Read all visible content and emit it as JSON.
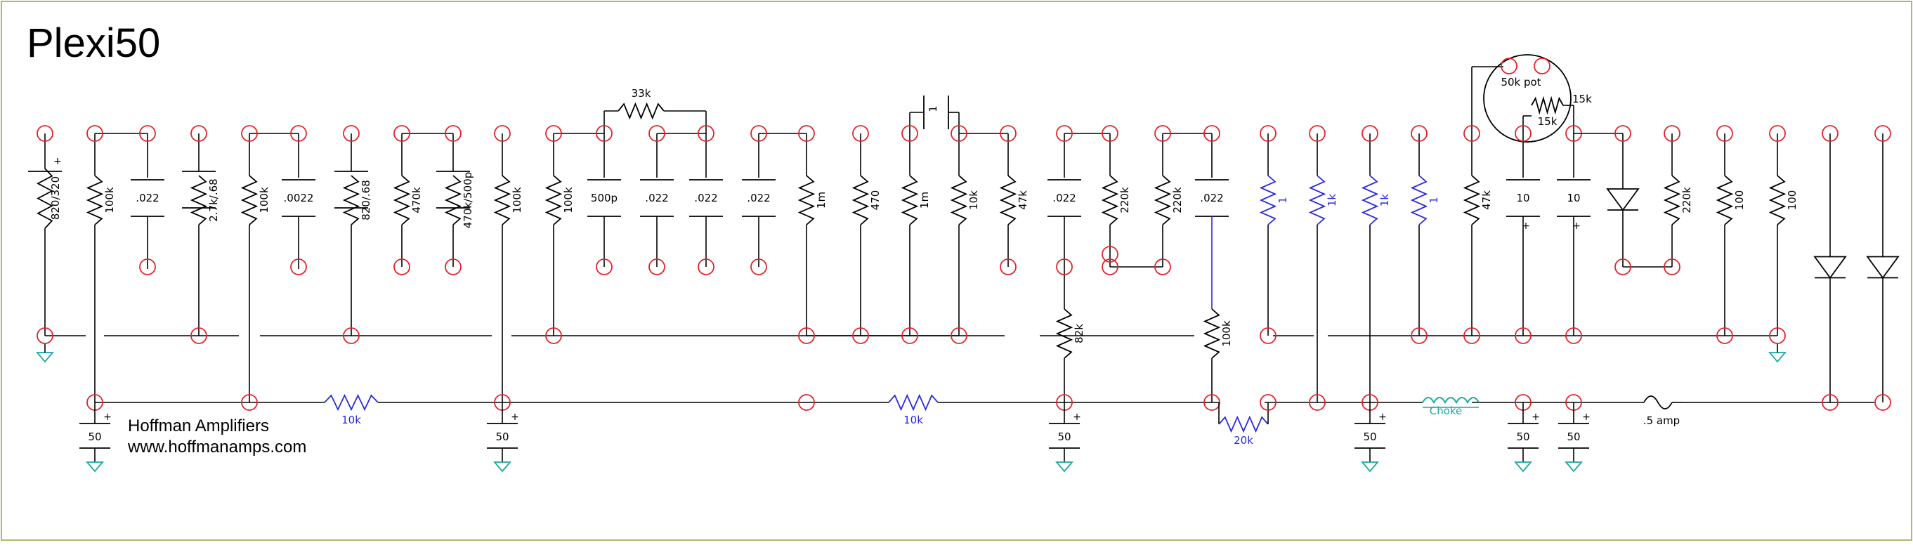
{
  "title": "Plexi50",
  "credit": {
    "company": "Hoffman Amplifiers",
    "website": "www.hoffmanamps.com"
  },
  "colors": {
    "background": "#ffffff",
    "frame": "#b0b86a",
    "wire": "#000000",
    "pad": "#e0242a",
    "highlight": "#2a2ae0",
    "choke": "#1aa8a0",
    "ground": "#1aa8a0"
  },
  "components": {
    "r1": "820/320",
    "r2": "100k",
    "c1": ".022",
    "r3": "2.7k/.68",
    "r4": "100k",
    "c2": ".0022",
    "r5": "820/.68",
    "r6": "470k",
    "r7": "470k/500p",
    "r8": "100k",
    "r9": "100k",
    "r10": "33k",
    "c3": "500p",
    "c4": ".022",
    "c5": ".022",
    "c6": ".022",
    "r11": "1m",
    "r12": "470",
    "c7": "1",
    "r13": "1m",
    "r14": "10k",
    "r15": "47k",
    "c8": ".022",
    "r16": "220k",
    "r17": "220k",
    "c9": ".022",
    "r18": "82k",
    "r19": "100k",
    "r20": "1",
    "r21": "1k",
    "r22": "1k",
    "r23": "1",
    "r24": "47k",
    "pot": "50k pot",
    "r25": "15k",
    "c10": "10",
    "c11": "10",
    "r26": "220k",
    "r27": "100",
    "r28": "100",
    "rb1": "10k",
    "rb2": "10k",
    "rb3": "20k",
    "choke": "Choke",
    "fuse": ".5 amp",
    "f1": "50",
    "f2": "50",
    "f3": "50",
    "f4": "50",
    "f5": "50",
    "f6": "50"
  },
  "polarity_mark": "+"
}
